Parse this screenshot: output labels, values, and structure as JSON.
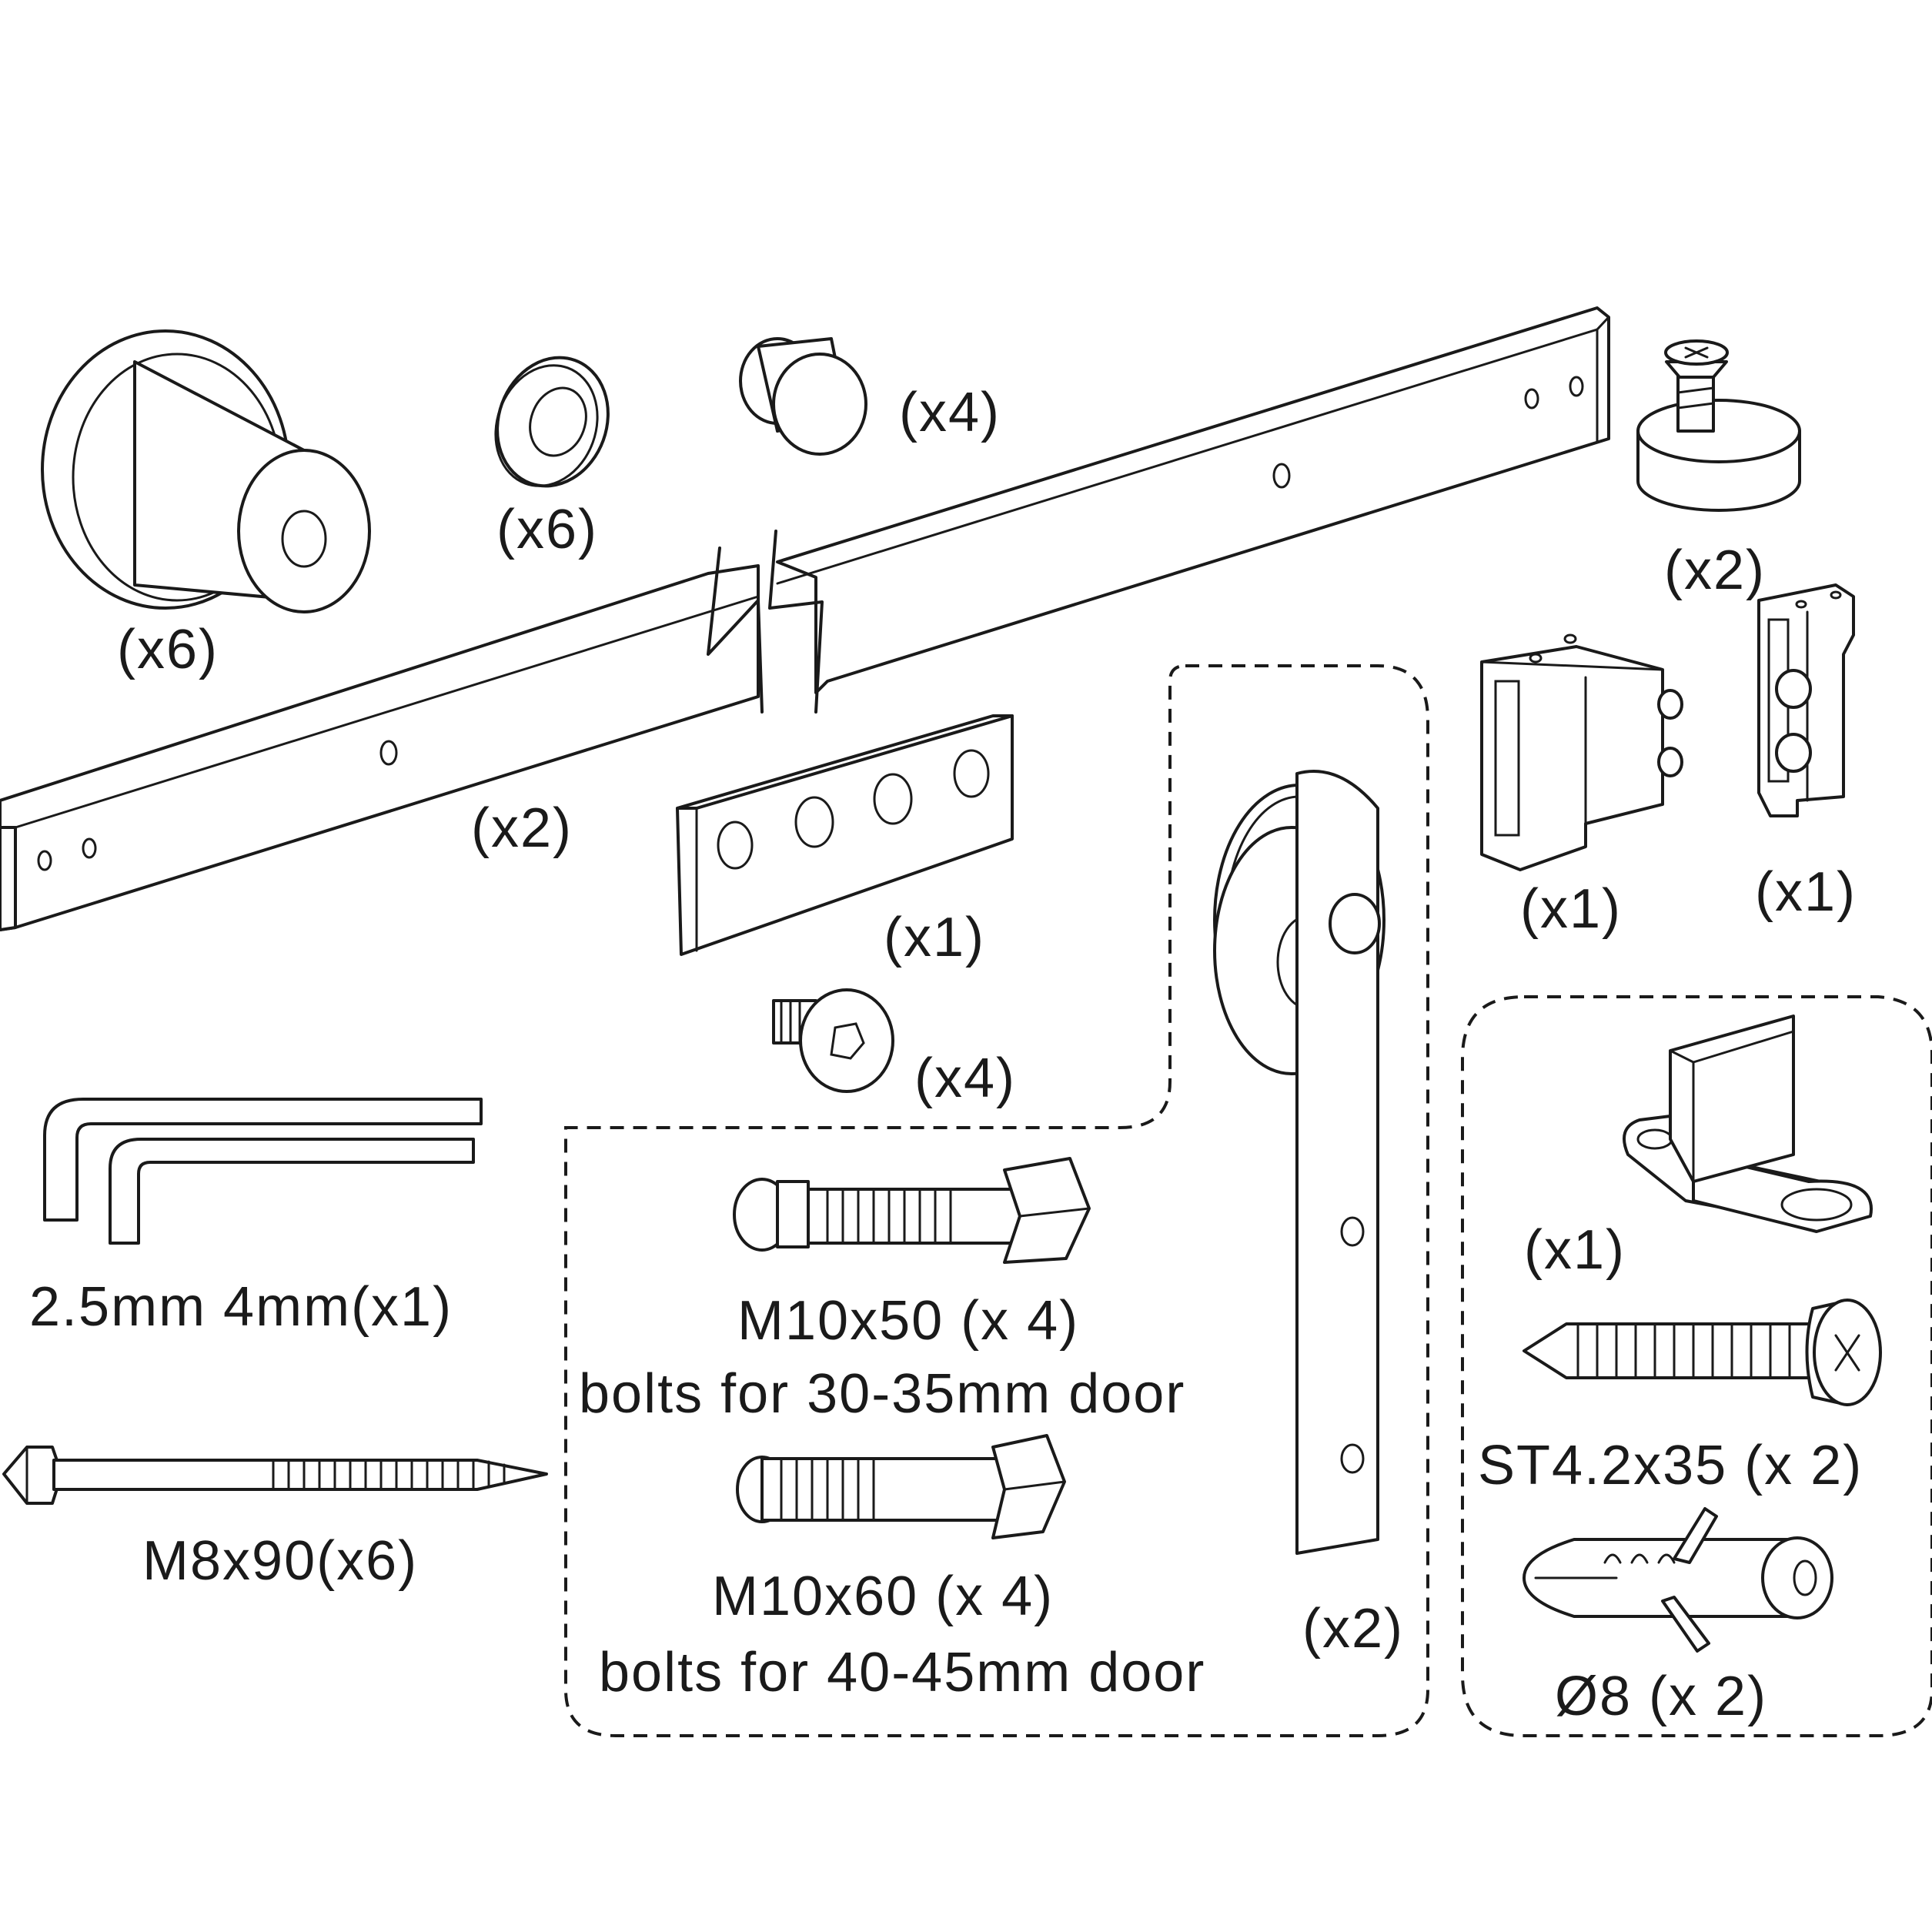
{
  "parts": {
    "spacer": {
      "qty": "(x6)",
      "icon": "spacer-icon"
    },
    "washer": {
      "qty": "(x6)",
      "icon": "washer-icon"
    },
    "cap_nut": {
      "qty": "(x4)",
      "icon": "cap-nut-icon"
    },
    "track_rail": {
      "qty": "(x2)",
      "icon": "track-rail-icon"
    },
    "stopper": {
      "qty": "(x2)",
      "icon": "stopper-icon"
    },
    "splice_plate": {
      "qty": "(x1)",
      "icon": "splice-plate-icon"
    },
    "splice_screw": {
      "qty": "(x4)",
      "icon": "hex-socket-screw-icon"
    },
    "anti_jump_left": {
      "qty": "(x1)",
      "icon": "anti-jump-block-icon"
    },
    "anti_jump_right": {
      "qty": "(x1)",
      "icon": "anti-jump-block-icon"
    },
    "hex_keys": {
      "label": "2.5mm 4mm(x1)",
      "icon": "hex-key-icon"
    },
    "lag_screw": {
      "label": "M8x90(x6)",
      "icon": "lag-screw-icon"
    },
    "bolt_short": {
      "label": "M10x50 (x 4)",
      "desc": "bolts  for 30-35mm door",
      "icon": "hex-bolt-icon"
    },
    "bolt_long": {
      "label": "M10x60 (x 4)",
      "desc": "bolts  for 40-45mm door",
      "icon": "hex-bolt-icon"
    },
    "hanger": {
      "qty": "(x2)",
      "icon": "roller-hanger-icon"
    },
    "floor_guide": {
      "qty": "(x1)",
      "icon": "floor-guide-icon"
    },
    "wood_screw": {
      "label": "ST4.2x35 (x 2)",
      "icon": "self-tapping-screw-icon"
    },
    "anchor": {
      "label": "Ø8 (x 2)",
      "icon": "wall-anchor-icon"
    }
  }
}
